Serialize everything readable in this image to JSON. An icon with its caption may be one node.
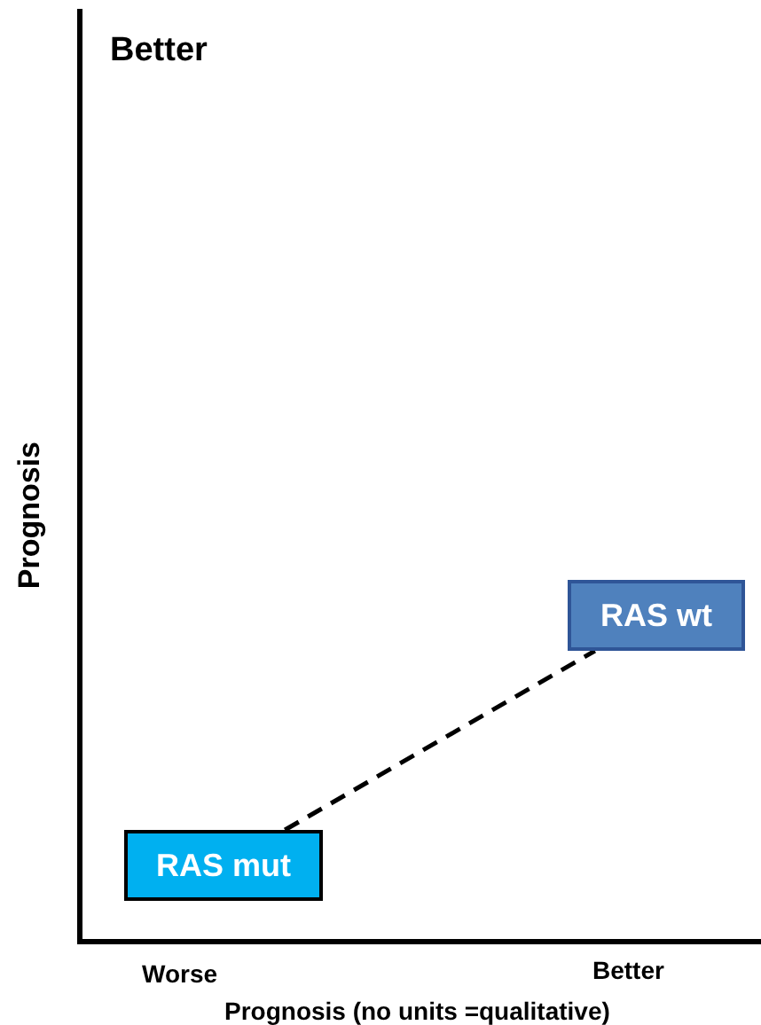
{
  "diagram": {
    "nodes": [
      {
        "text": [
          "RAS mut"
        ]
      },
      {
        "text": [
          "RAS wt"
        ]
      }
    ],
    "edges": [
      {
        "from": 0,
        "to": 1,
        "arrow": "none",
        "style": "dashed"
      }
    ],
    "labels": [
      "Better",
      "Prognosis",
      "Worse",
      "Better",
      "Prognosis (no units =qualitative)"
    ]
  }
}
